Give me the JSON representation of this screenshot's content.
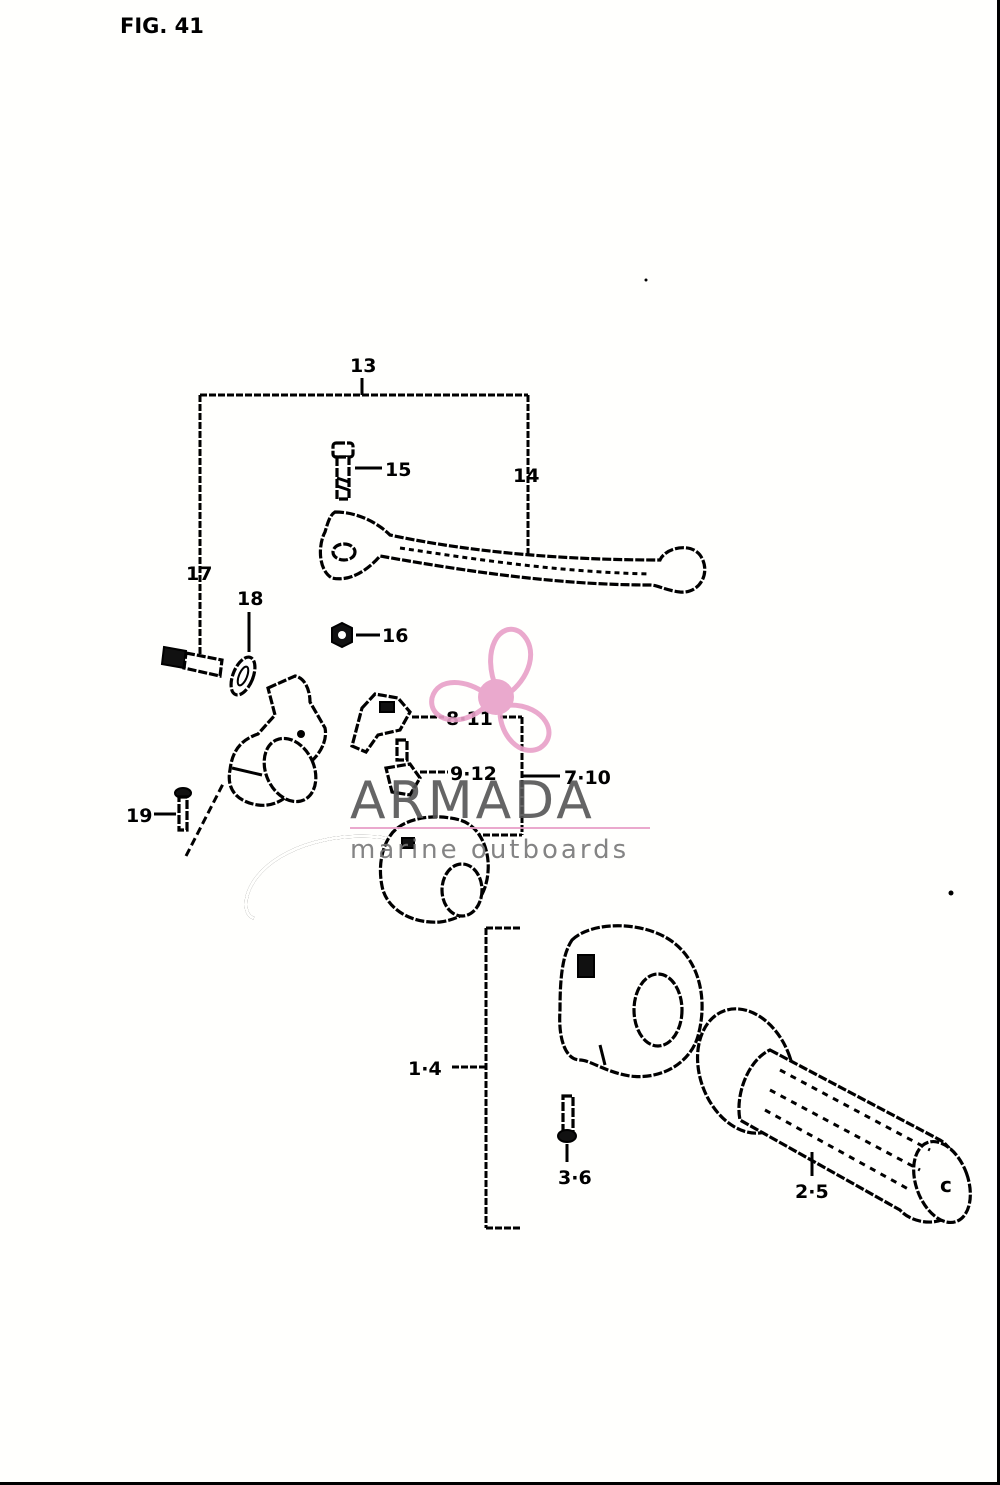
{
  "figure": {
    "title": "FIG. 41"
  },
  "callouts": {
    "c13": "13",
    "c14": "14",
    "c15": "15",
    "c16": "16",
    "c17": "17",
    "c18": "18",
    "c19": "19",
    "c8_11": "8·11",
    "c9_12": "9·12",
    "c7_10": "7·10",
    "c1_4": "1·4",
    "c3_6": "3·6",
    "c2_5": "2·5"
  },
  "watermark": {
    "brand": "ARMADA",
    "tagline": "marine outboards",
    "accent_color": "#e8a0c8"
  }
}
